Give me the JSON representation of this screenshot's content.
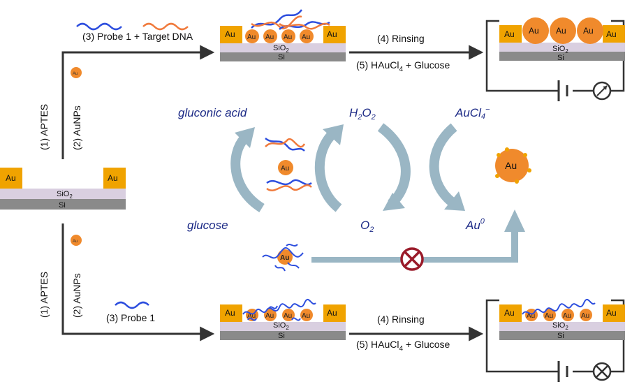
{
  "labels": {
    "au": "Au",
    "sio2_base": "SiO",
    "sio2_sub": "2",
    "si": "Si",
    "aptes": "(1)  APTES",
    "aunps": "(2)  AuNPs",
    "probe_target": "(3) Probe 1 + Target DNA",
    "probe1": "(3) Probe 1",
    "rinsing": "(4) Rinsing",
    "haucl_prefix": "(5) HAuCl",
    "haucl_sub": "4",
    "haucl_suffix": " +  Glucose"
  },
  "cycle": {
    "gluconic_acid": "gluconic acid",
    "glucose": "glucose",
    "h2o2_h": "H",
    "h2o2_s1": "2",
    "h2o2_o": "O",
    "h2o2_s2": "2",
    "o2_o": "O",
    "o2_s": "2",
    "aucl4_base": "AuCl",
    "aucl4_sub": "4",
    "aucl4_sup": "−",
    "au0_base": "Au",
    "au0_sup": "0"
  },
  "colors": {
    "gold": "#f0a300",
    "aunp": "#f08a2c",
    "sio2": "#d9cfe0",
    "si": "#8a8a8a",
    "arrow_cycle": "#9ab6c4",
    "dna_blue": "#2d4ede",
    "dna_orange": "#f07a3c",
    "chem_text": "#1c2a86",
    "inhibit": "#9a1b2a"
  },
  "icons": [
    "meter-icon",
    "blocked-lamp-icon",
    "inhibit-icon"
  ]
}
